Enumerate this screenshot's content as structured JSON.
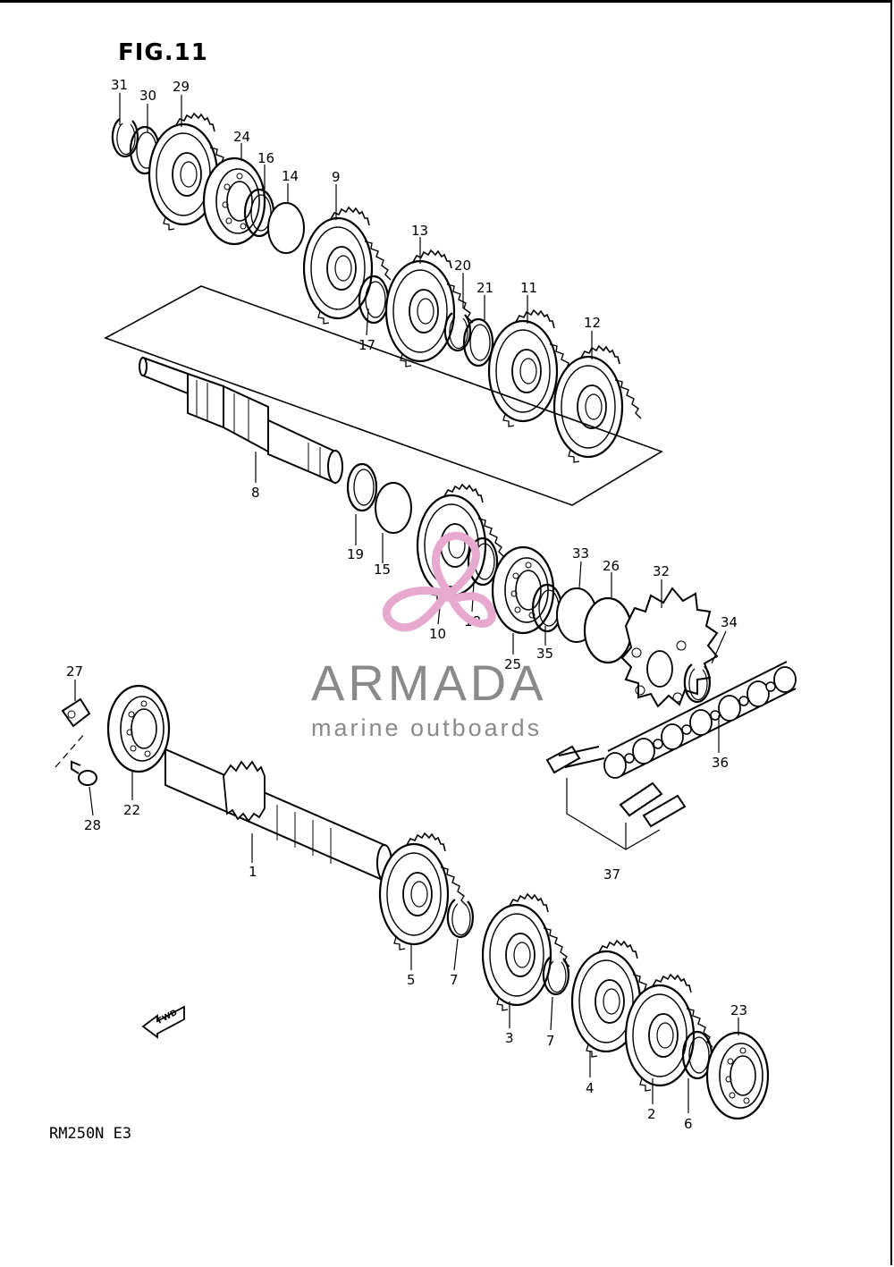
{
  "figure": {
    "title": "FIG.11",
    "model": "RM250N E3",
    "fwd_label": "FWD"
  },
  "watermark": {
    "brand": "ARMADA",
    "tagline": "marine outboards",
    "logo_color": "#e8a9cf",
    "text_color": "#8a8a8a"
  },
  "part_labels": [
    "31",
    "30",
    "29",
    "24",
    "16",
    "14",
    "9",
    "13",
    "20",
    "21",
    "17",
    "11",
    "12",
    "8",
    "19",
    "15",
    "33",
    "26",
    "32",
    "34",
    "18",
    "10",
    "25",
    "35",
    "27",
    "22",
    "28",
    "36",
    "1",
    "37",
    "5",
    "7",
    "3",
    "7",
    "23",
    "4",
    "2",
    "6"
  ]
}
